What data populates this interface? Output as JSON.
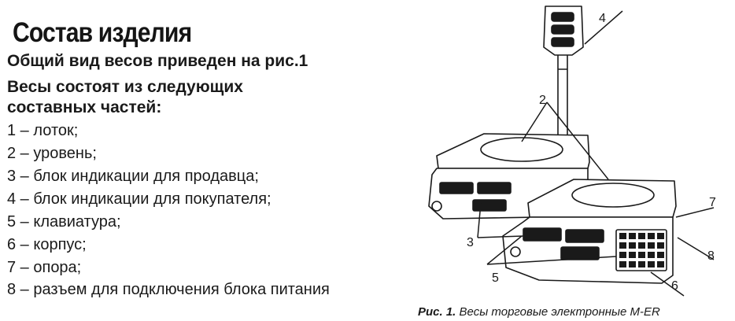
{
  "heading": "Состав изделия",
  "intro": "Общий вид весов приведен на рис.1",
  "lead": "Весы состоят из следующих составных частей:",
  "parts": [
    "1 – лоток;",
    "2 – уровень;",
    "3 – блок индикации для продавца;",
    "4 – блок индикации для покупателя;",
    "5 – клавиатура;",
    "6 – корпус;",
    "7 – опора;",
    "8 – разъем для подключения блока питания"
  ],
  "figure": {
    "callouts": [
      "2",
      "3",
      "4",
      "5",
      "6",
      "7",
      "8"
    ],
    "caption_number": "Рис. 1.",
    "caption_text": "Весы торговые электронные M-ER"
  }
}
